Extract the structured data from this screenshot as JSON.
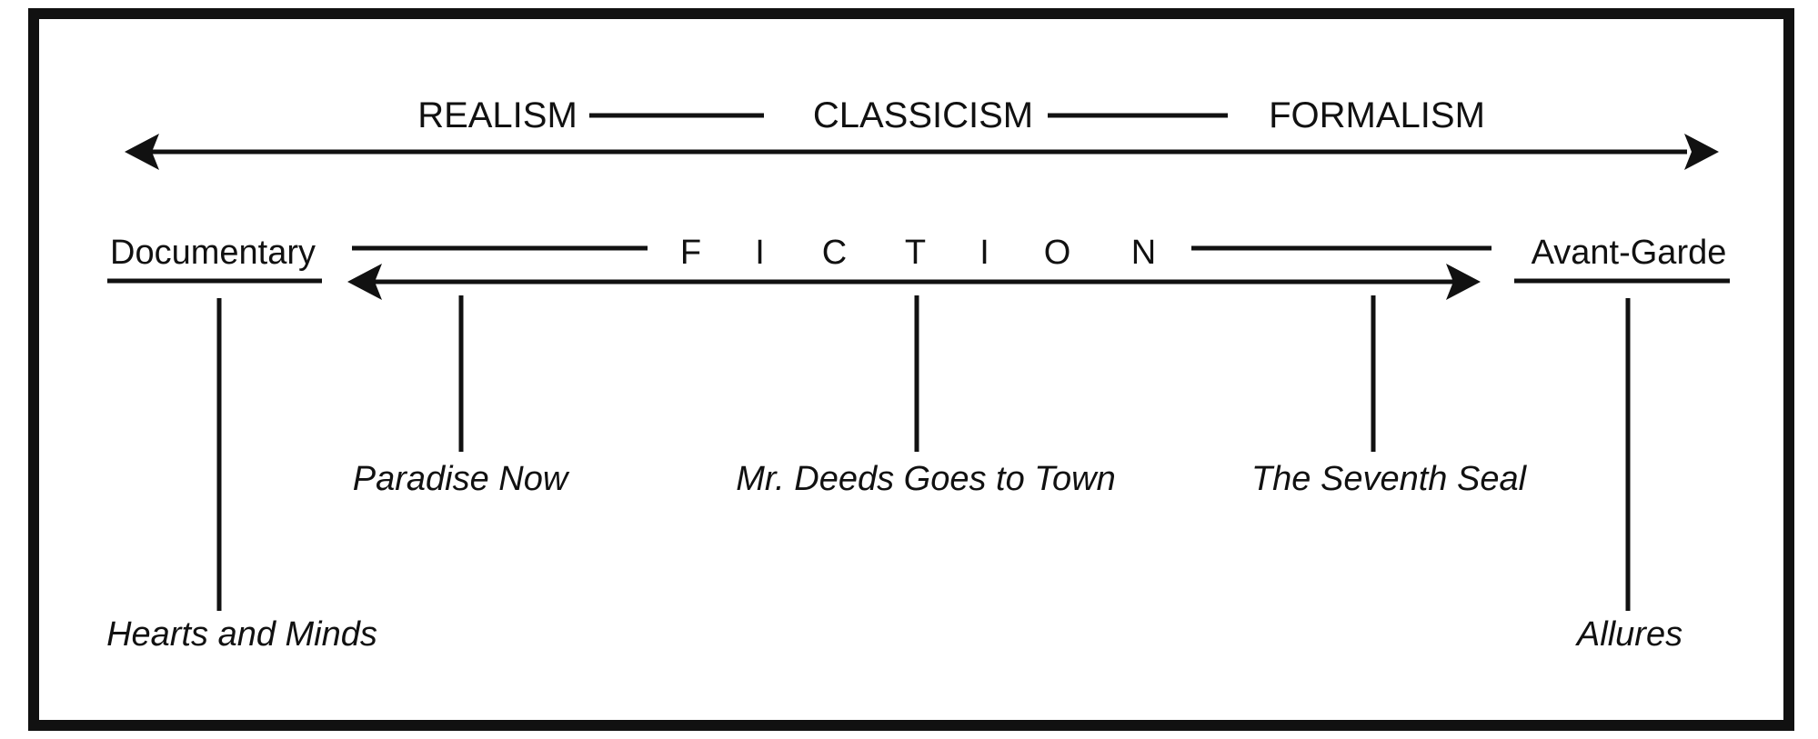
{
  "styles": {
    "left": "REALISM",
    "center": "CLASSICISM",
    "right": "FORMALISM"
  },
  "categories": {
    "documentary": "Documentary",
    "fiction_letters": [
      "F",
      "I",
      "C",
      "T",
      "I",
      "O",
      "N"
    ],
    "avant_garde": "Avant-Garde"
  },
  "films": {
    "hearts_and_minds": "Hearts and Minds",
    "paradise_now": "Paradise Now",
    "mr_deeds": "Mr. Deeds Goes to Town",
    "seventh_seal": "The Seventh Seal",
    "allures": "Allures"
  },
  "colors": {
    "ink": "#111111",
    "background": "#ffffff"
  }
}
